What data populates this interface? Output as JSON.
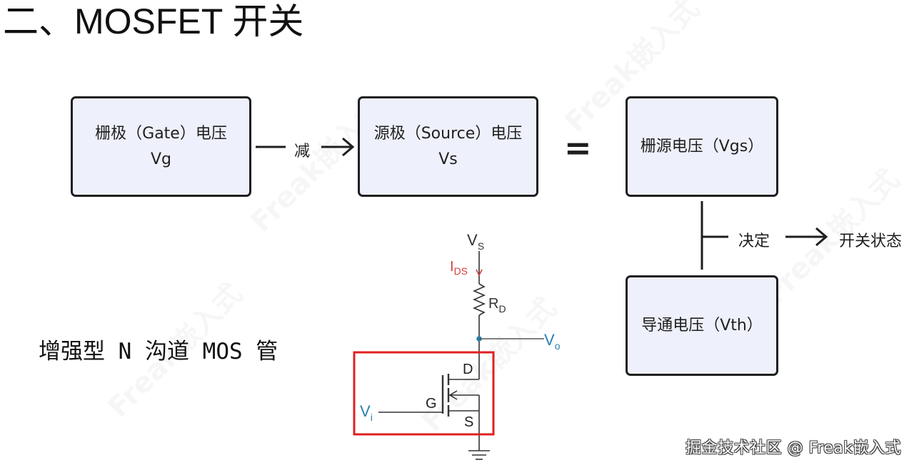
{
  "title": "二、MOSFET 开关",
  "boxes": {
    "gate": {
      "line1": "栅极（Gate）电压",
      "line2": "Vg"
    },
    "source": {
      "line1": "源极（Source）电压",
      "line2": "Vs"
    },
    "vgs": {
      "line1": "栅源电压（Vgs）"
    },
    "vth": {
      "line1": "导通电压（Vth）"
    }
  },
  "labels": {
    "minus": "减",
    "equals": "=",
    "decides": "决定",
    "switch_state": "开关状态"
  },
  "side_caption": "增强型 N 沟道 MOS 管",
  "circuit": {
    "vs": "V",
    "vs_sub": "S",
    "ids": "I",
    "ids_sub": "DS",
    "rd": "R",
    "rd_sub": "D",
    "vo": "V",
    "vo_sub": "o",
    "vi": "V",
    "vi_sub": "i",
    "d": "D",
    "g": "G",
    "s": "S"
  },
  "credit": "掘金技术社区 @ Freak嵌入式",
  "watermark": "Freak嵌入式",
  "colors": {
    "box_fill": "#eef0fb",
    "highlight_red": "#e02020",
    "current_red": "#d04040",
    "signal_blue": "#2a7fb0"
  }
}
